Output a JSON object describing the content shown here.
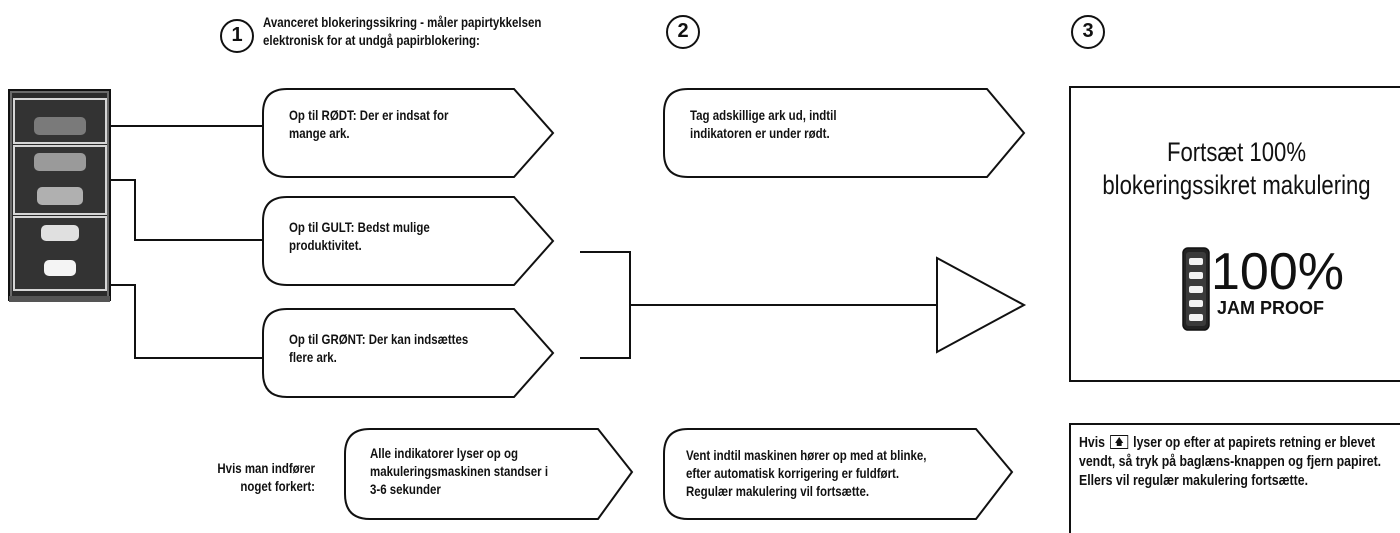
{
  "steps": {
    "step1": {
      "number": "1",
      "heading_line1": "Avanceret blokeringssikring - måler papirtykkelsen",
      "heading_line2": "elektronisk for at undgå papirblokering:"
    },
    "step2": {
      "number": "2"
    },
    "step3": {
      "number": "3"
    }
  },
  "indicators": {
    "red": {
      "line1": "Op til RØDT: Der er indsat for",
      "line2": "mange ark."
    },
    "yellow": {
      "line1": "Op til GULT: Bedst mulige",
      "line2": "produktivitet."
    },
    "green": {
      "line1": "Op til GRØNT: Der kan indsættes",
      "line2": "flere ark."
    }
  },
  "action_red": {
    "line1": "Tag adskillige ark ud, indtil",
    "line2": "indikatoren er under rødt."
  },
  "result": {
    "line1": "Fortsæt 100%",
    "line2": "blokeringssikret makulering",
    "percent": "100%",
    "badge": "JAM PROOF"
  },
  "misfeed": {
    "label_line1": "Hvis man indfører",
    "label_line2": "noget forkert:",
    "state": {
      "line1": "Alle indikatorer lyser op og",
      "line2": "makuleringsmaskinen standser i",
      "line3": "3-6 sekunder"
    },
    "action": {
      "line1": "Vent indtil maskinen hører op med at blinke,",
      "line2": "efter automatisk korrigering er fuldført.",
      "line3": "Regulær makulering vil fortsætte."
    },
    "note": {
      "before_icon": "Hvis",
      "after_icon": "lyser op efter at papirets retning er blevet vendt, så tryk på baglæns-knappen og fjern papiret. Ellers vil regulær makulering fortsætte.",
      "icon": "reverse-paper-icon"
    }
  },
  "colors": {
    "ink": "#111111",
    "panel": "#2b2b2b",
    "panel_light": "#d6d6d6"
  }
}
